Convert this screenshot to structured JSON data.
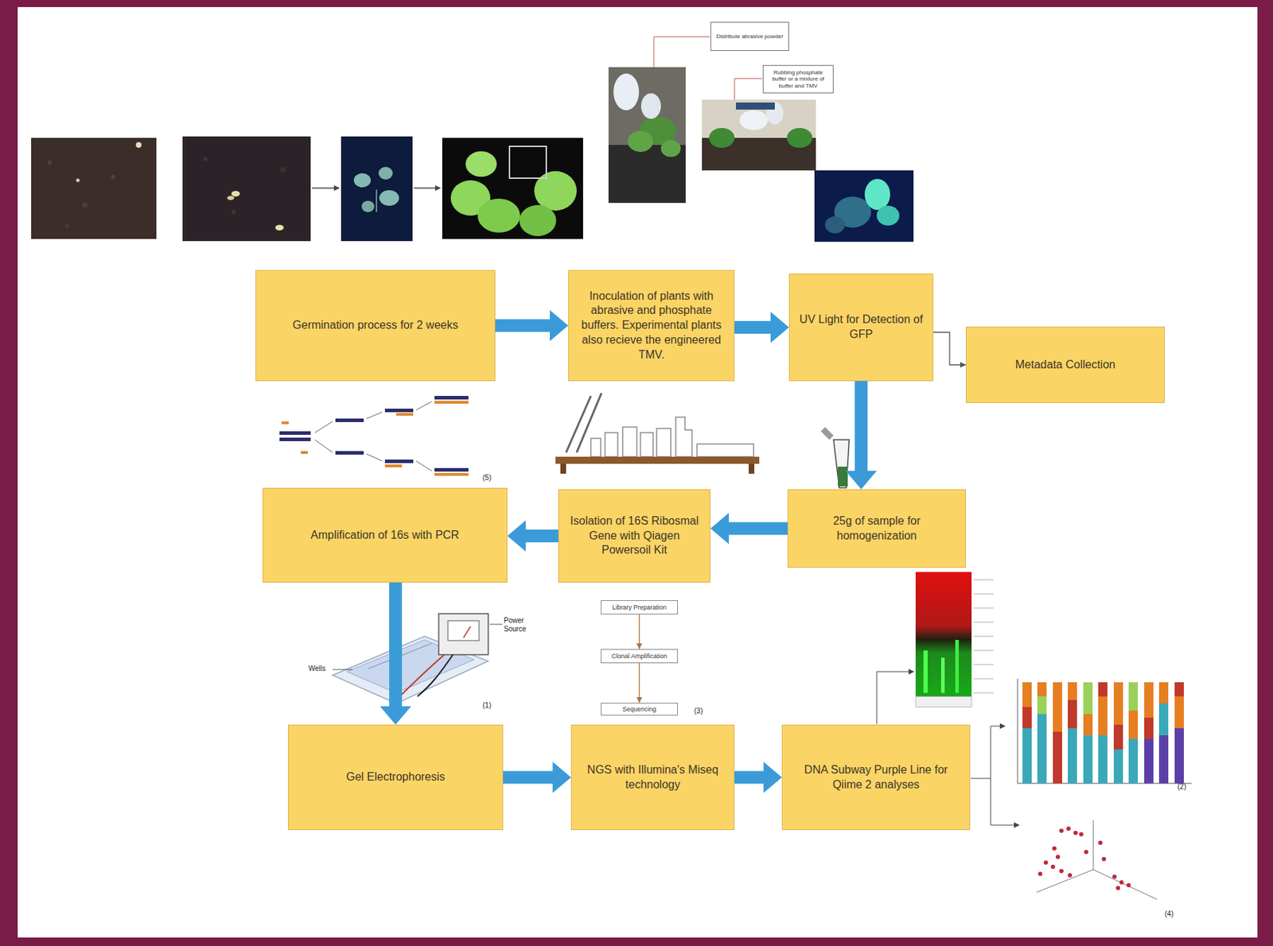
{
  "diagram": {
    "nodes": [
      {
        "text": [
          "Distribute abrasive powder"
        ]
      },
      {
        "text": [
          "Rubbing phosphate buffer or a mixture of buffer and TMV"
        ]
      },
      {
        "text": [
          "Germination process for 2 weeks"
        ]
      },
      {
        "text": [
          "Inoculation of plants with abrasive and phosphate buffers. Experimental plants also recieve the engineered TMV."
        ]
      },
      {
        "text": [
          "UV Light for Detection of GFP"
        ]
      },
      {
        "text": [
          "Metadata Collection"
        ]
      },
      {
        "text": [
          "Amplification of 16s with PCR"
        ]
      },
      {
        "text": [
          "Isolation of 16S Ribosmal Gene with Qiagen Powersoil Kit"
        ]
      },
      {
        "text": [
          "25g of sample for homogenization"
        ]
      },
      {
        "text": [
          "Library Preparation"
        ]
      },
      {
        "text": [
          "Clonal Amplification"
        ]
      },
      {
        "text": [
          "Sequencing"
        ]
      },
      {
        "text": [
          "Gel Electrophoresis"
        ]
      },
      {
        "text": [
          "NGS with Illumina's Miseq technology"
        ]
      },
      {
        "text": [
          "DNA Subway Purple Line for Qiime 2 analyses"
        ]
      }
    ],
    "edges": [
      {
        "from": 2,
        "to": 3,
        "arrow": "to"
      },
      {
        "from": 3,
        "to": 4,
        "arrow": "to"
      },
      {
        "from": 4,
        "to": 5,
        "arrow": "to"
      },
      {
        "from": 4,
        "to": 8,
        "arrow": "to"
      },
      {
        "from": 8,
        "to": 7,
        "arrow": "to"
      },
      {
        "from": 7,
        "to": 6,
        "arrow": "to"
      },
      {
        "from": 6,
        "to": 12,
        "arrow": "to"
      },
      {
        "from": 12,
        "to": 13,
        "arrow": "to"
      },
      {
        "from": 13,
        "to": 14,
        "arrow": "to"
      },
      {
        "from": 9,
        "to": 10,
        "arrow": "to"
      },
      {
        "from": 10,
        "to": 11,
        "arrow": "to"
      }
    ],
    "labels": [
      "(5)",
      "Wells",
      "Power Source",
      "(1)",
      "(3)",
      "(2)",
      "(4)"
    ]
  }
}
